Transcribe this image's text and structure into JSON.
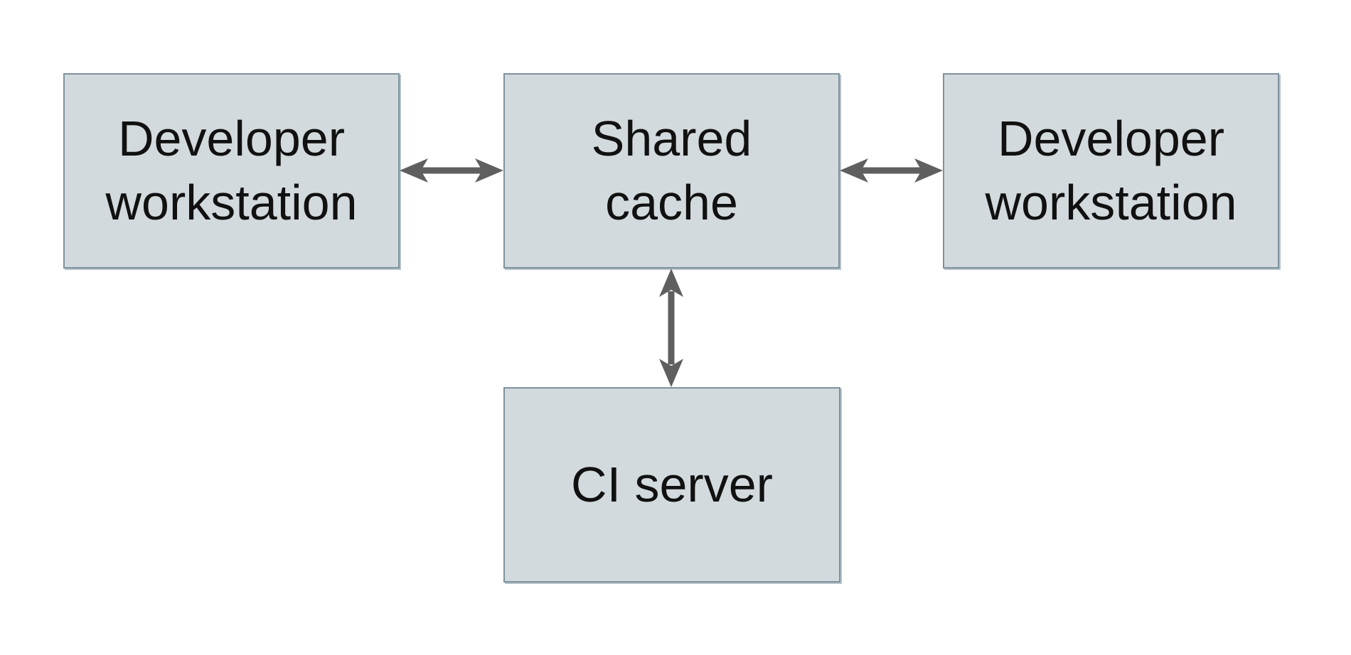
{
  "diagram": {
    "type": "architecture-diagram",
    "colors": {
      "background": "#ffffff",
      "node_fill": "#d3dade",
      "node_border": "#7d929e",
      "node_shadow": "rgba(93,120,137,0.45)",
      "arrow_color": "#5f5f5f",
      "text_color": "#111111"
    },
    "nodes": [
      {
        "id": "developer-workstation-left",
        "label": "Developer\nworkstation"
      },
      {
        "id": "shared-cache",
        "label": "Shared\ncache"
      },
      {
        "id": "developer-workstation-right",
        "label": "Developer\nworkstation"
      },
      {
        "id": "ci-server",
        "label": "CI server"
      }
    ],
    "edges": [
      {
        "from": "developer-workstation-left",
        "to": "shared-cache",
        "direction": "bidirectional"
      },
      {
        "from": "shared-cache",
        "to": "developer-workstation-right",
        "direction": "bidirectional"
      },
      {
        "from": "shared-cache",
        "to": "ci-server",
        "direction": "bidirectional"
      }
    ]
  }
}
